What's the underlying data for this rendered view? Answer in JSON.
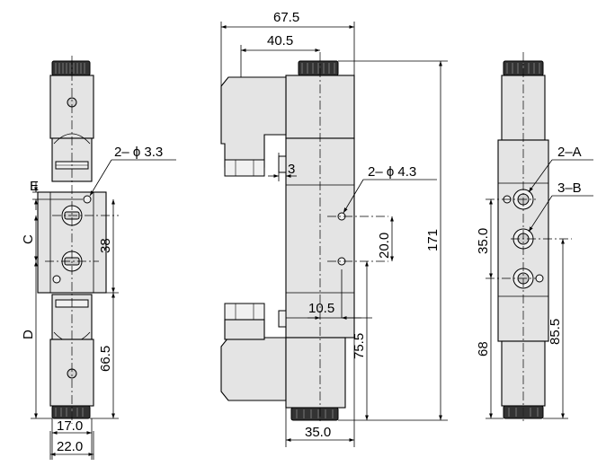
{
  "front_view": {
    "callout_hole": "2– ϕ 3.3",
    "label_e": "E",
    "label_c": "C",
    "label_d": "D",
    "dim_38": "38",
    "dim_66_5": "66.5",
    "dim_17": "17.0",
    "dim_22": "22.0"
  },
  "side_view": {
    "dim_67_5": "67.5",
    "dim_40_5": "40.5",
    "dim_3": "3",
    "callout_hole": "2– ϕ 4.3",
    "dim_20": "20.0",
    "dim_171": "171",
    "dim_10_5": "10.5",
    "dim_75_5": "75.5",
    "dim_35": "35.0"
  },
  "rear_view": {
    "callout_a": "2–A",
    "callout_b": "3–B",
    "dim_35": "35.0",
    "dim_68": "68",
    "dim_85_5": "85.5"
  }
}
